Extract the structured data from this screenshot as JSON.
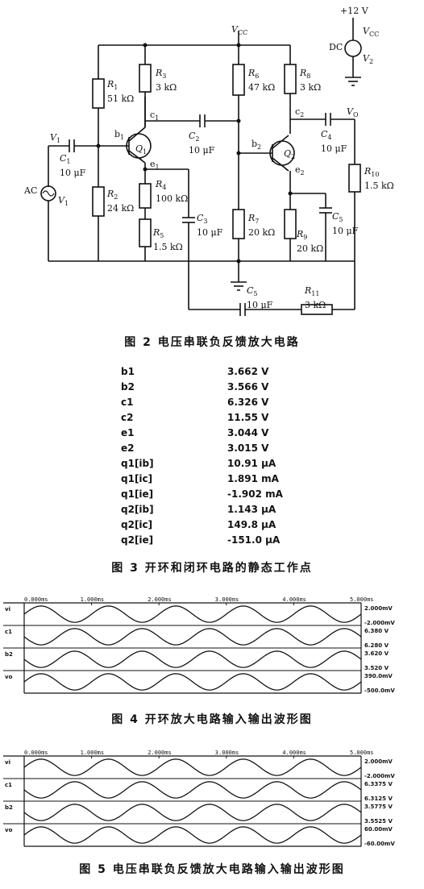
{
  "circuit": {
    "vcc_top": "V",
    "vcc_top_sub": "CC",
    "supply_value": "+12 V",
    "supply_vcc": "V",
    "supply_vcc_sub": "CC",
    "supply_dc": "DC",
    "supply_name": "V",
    "supply_name_sub": "2",
    "source_ac": "AC",
    "source_name": "V",
    "source_name_sub": "1",
    "vi_label": "V",
    "vi_label_sub": "1",
    "vo_label": "V",
    "vo_label_sub": "O",
    "nodes": {
      "b1": "b",
      "b1_sub": "1",
      "b2": "b",
      "b2_sub": "2",
      "c1": "c",
      "c1_sub": "1",
      "c2": "c",
      "c2_sub": "2",
      "e1": "e",
      "e1_sub": "1",
      "e2": "e",
      "e2_sub": "2",
      "q1": "Q",
      "q1_sub": "1",
      "q2": "Q",
      "q2_sub": "2"
    },
    "components": [
      {
        "id": "R1",
        "name": "R",
        "sub": "1",
        "value": "51 kΩ"
      },
      {
        "id": "R2",
        "name": "R",
        "sub": "2",
        "value": "24 kΩ"
      },
      {
        "id": "R3",
        "name": "R",
        "sub": "3",
        "value": "3 kΩ"
      },
      {
        "id": "R4",
        "name": "R",
        "sub": "4",
        "value": "100 kΩ"
      },
      {
        "id": "R5",
        "name": "R",
        "sub": "5",
        "value": "1.5 kΩ"
      },
      {
        "id": "R6",
        "name": "R",
        "sub": "6",
        "value": "47 kΩ"
      },
      {
        "id": "R7",
        "name": "R",
        "sub": "7",
        "value": "20 kΩ"
      },
      {
        "id": "R8",
        "name": "R",
        "sub": "8",
        "value": "3 kΩ"
      },
      {
        "id": "R9",
        "name": "R",
        "sub": "9",
        "value": "20 kΩ"
      },
      {
        "id": "R10",
        "name": "R",
        "sub": "10",
        "value": "1.5 kΩ"
      },
      {
        "id": "R11",
        "name": "R",
        "sub": "11",
        "value": "3 kΩ"
      },
      {
        "id": "C1",
        "name": "C",
        "sub": "1",
        "value": "10 μF"
      },
      {
        "id": "C2",
        "name": "C",
        "sub": "2",
        "value": "10 μF"
      },
      {
        "id": "C3",
        "name": "C",
        "sub": "3",
        "value": "10 μF"
      },
      {
        "id": "C4",
        "name": "C",
        "sub": "4",
        "value": "10 μF"
      },
      {
        "id": "C5a",
        "name": "C",
        "sub": "5",
        "value": "10 μF"
      },
      {
        "id": "C5b",
        "name": "C",
        "sub": "5",
        "value": "10 μF"
      }
    ]
  },
  "captions": {
    "fig2": "图 2   电压串联负反馈放大电路",
    "fig3": "图 3   开环和闭环电路的静态工作点",
    "fig4": "图 4   开环放大电路输入输出波形图",
    "fig5": "图 5   电压串联负反馈放大电路输入输出波形图"
  },
  "operating_points": [
    {
      "name": "b1",
      "value": "3.662 V"
    },
    {
      "name": "b2",
      "value": "3.566 V"
    },
    {
      "name": "c1",
      "value": "6.326 V"
    },
    {
      "name": "c2",
      "value": "11.55 V"
    },
    {
      "name": "e1",
      "value": "3.044 V"
    },
    {
      "name": "e2",
      "value": "3.015 V"
    },
    {
      "name": "q1[ib]",
      "value": "10.91 μA"
    },
    {
      "name": "q1[ic]",
      "value": "1.891 mA"
    },
    {
      "name": "q1[ie]",
      "value": "-1.902 mA"
    },
    {
      "name": "q2[ib]",
      "value": "1.143 μA"
    },
    {
      "name": "q2[ic]",
      "value": "149.8 μA"
    },
    {
      "name": "q2[ie]",
      "value": "-151.0 μA"
    }
  ],
  "waveforms": [
    {
      "time_ticks": [
        "0.000ms",
        "1.000ms",
        "2.000ms",
        "3.000ms",
        "4.000ms",
        "5.000ms"
      ],
      "traces": [
        {
          "name": "vi",
          "top": "2.000mV",
          "bottom": "-2.000mV",
          "phase": 0
        },
        {
          "name": "c1",
          "top": "6.380 V",
          "bottom": "6.280 V",
          "phase": 180
        },
        {
          "name": "b2",
          "top": "3.620 V",
          "bottom": "3.520 V",
          "phase": 180
        },
        {
          "name": "vo",
          "top": "390.0mV",
          "bottom": "-500.0mV",
          "phase": 0
        }
      ]
    },
    {
      "time_ticks": [
        "0.000ms",
        "1.000ms",
        "2.000ms",
        "3.000ms",
        "4.000ms",
        "5.000ms"
      ],
      "traces": [
        {
          "name": "vi",
          "top": "2.000mV",
          "bottom": "-2.000mV",
          "phase": 0
        },
        {
          "name": "c1",
          "top": "6.3375 V",
          "bottom": "6.3125 V",
          "phase": 180
        },
        {
          "name": "b2",
          "top": "3.5775 V",
          "bottom": "3.5525 V",
          "phase": 180
        },
        {
          "name": "vo",
          "top": "60.00mV",
          "bottom": "-60.00mV",
          "phase": 0
        }
      ]
    }
  ]
}
